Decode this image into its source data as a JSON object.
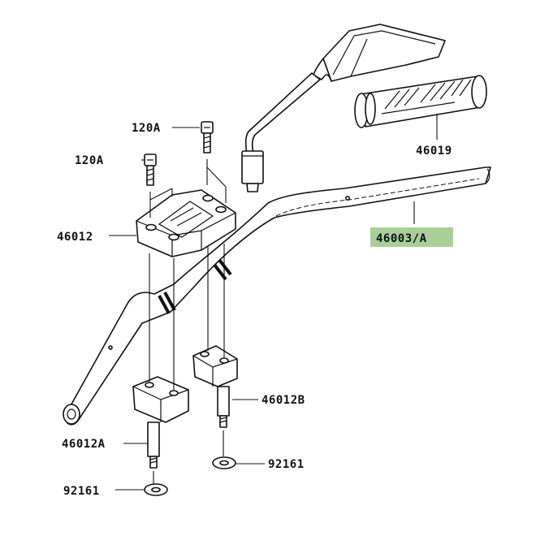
{
  "diagram": {
    "highlight_color": "#a8cf9a",
    "labels": {
      "bolt_upper": "120A",
      "bolt_left": "120A",
      "upper_clamp": "46012",
      "grip": "46019",
      "handlebar": "46003/A",
      "holder_right": "46012B",
      "holder_left": "46012A",
      "washer_right": "92161",
      "washer_left": "92161"
    }
  }
}
